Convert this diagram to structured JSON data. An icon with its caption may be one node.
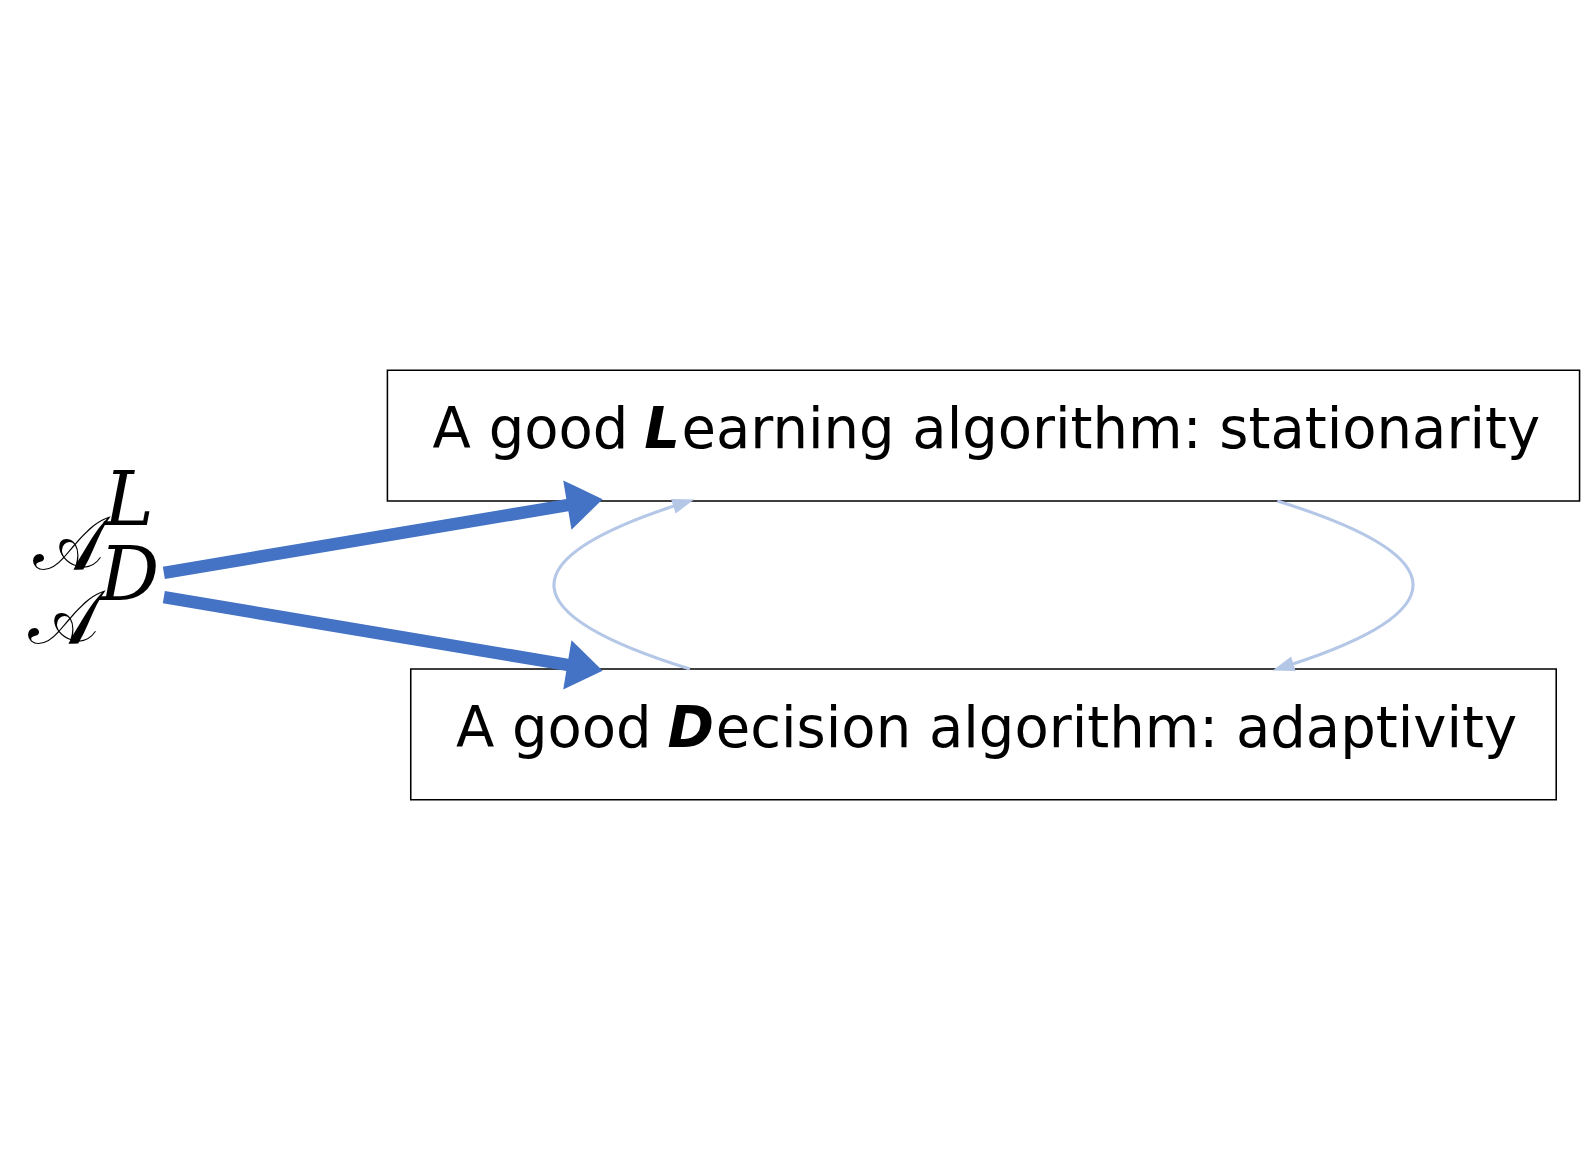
{
  "diagram": {
    "nodes": [
      {
        "text": [
          "𝒜$^{L}$",
          "𝒜$^{D}$"
        ]
      },
      {
        "text": [
          "A good **L**earning algorithm: stationarity"
        ]
      },
      {
        "text": [
          "A good **D**ecision algorithm: adaptivity"
        ]
      }
    ],
    "edges": [
      {
        "from": 0,
        "to": 1,
        "arrow": "to",
        "style": "thick",
        "color": "#4472c4"
      },
      {
        "from": 0,
        "to": 2,
        "arrow": "to",
        "style": "thick",
        "color": "#4472c4"
      },
      {
        "from": 1,
        "to": 2,
        "arrow": "to",
        "color": "#b4c7e7"
      },
      {
        "from": 2,
        "to": 1,
        "arrow": "to",
        "color": "#b4c7e7"
      }
    ]
  }
}
